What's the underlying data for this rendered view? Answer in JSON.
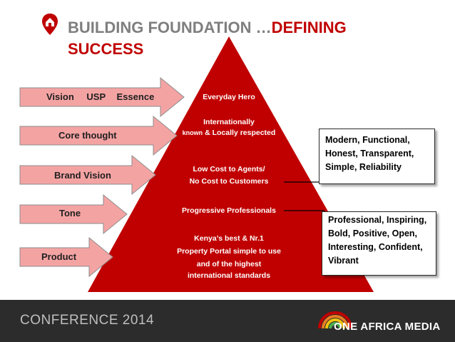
{
  "slide": {
    "title_main": "BUILDING FOUNDATION …",
    "title_accent": "DEFINING",
    "title_line2": "SUCCESS",
    "colors": {
      "accent": "#c00000",
      "title_grey": "#7f7f7f",
      "arrow_fill": "#f4a3a3",
      "pyramid": "#c00000",
      "footer": "#2c2c2c"
    }
  },
  "arrows": [
    {
      "label": "Vision",
      "label2": "USP",
      "label3": "Essence"
    },
    {
      "label": "Core thought"
    },
    {
      "label": "Brand Vision"
    },
    {
      "label": "Tone"
    },
    {
      "label": "Product"
    }
  ],
  "pyramid": {
    "tier1": "Everyday Hero",
    "tier2_line1": "Internationally",
    "tier2_small": "known",
    "tier2_line2": "& Locally respected",
    "tier3_line1": "Low Cost to Agents/",
    "tier3_line2": "No Cost to Customers",
    "tier4": "Progressive Professionals",
    "tier5_line1": "Kenya’s best & Nr.1",
    "tier5_line2": "Property Portal simple to use",
    "tier5_line3": "and of  the highest",
    "tier5_line4": "international standards"
  },
  "callouts": {
    "brand_traits": [
      "Modern, Functional,",
      "Honest, Transparent,",
      "Simple, Reliability"
    ],
    "tone_traits": [
      "Professional, Inspiring,",
      "Bold, Positive, Open,",
      "Interesting, Confident,",
      "Vibrant"
    ]
  },
  "footer": {
    "conference": "CONFERENCE 2014",
    "brand": "ONE AFRICA MEDIA",
    "logo_icon": "rainbow-arcs-icon"
  }
}
